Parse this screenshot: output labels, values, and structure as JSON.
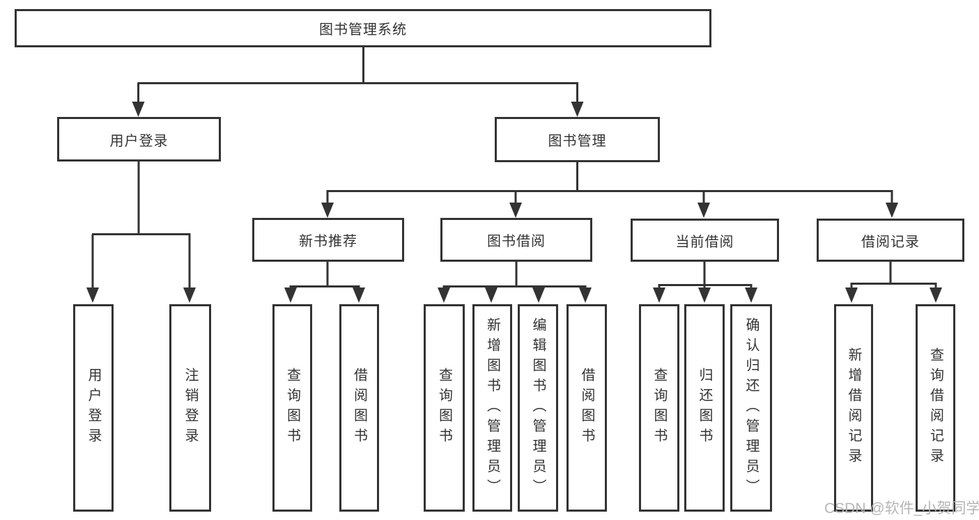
{
  "diagram": {
    "root": {
      "label": "图书管理系统"
    },
    "user_login": {
      "label": "用户登录",
      "children": [
        "用户登录",
        "注销登录"
      ]
    },
    "book_management": {
      "label": "图书管理"
    },
    "new_book": {
      "label": "新书推荐",
      "children": [
        "查询图书",
        "借阅图书"
      ]
    },
    "book_borrow": {
      "label": "图书借阅",
      "children": [
        "查询图书",
        "新增图书（管理员）",
        "编辑图书（管理员）",
        "借阅图书"
      ]
    },
    "current_borrow": {
      "label": "当前借阅",
      "children": [
        "查询图书",
        "归还图书",
        "确认归还（管理员）"
      ]
    },
    "borrow_records": {
      "label": "借阅记录",
      "children": [
        "新增借阅记录",
        "查询借阅记录"
      ]
    }
  },
  "watermark": "CSDN @软件_小贺同学",
  "colors": {
    "line": "#333333",
    "text": "#333333",
    "watermark": "#b2b2b2",
    "background": "#ffffff"
  }
}
